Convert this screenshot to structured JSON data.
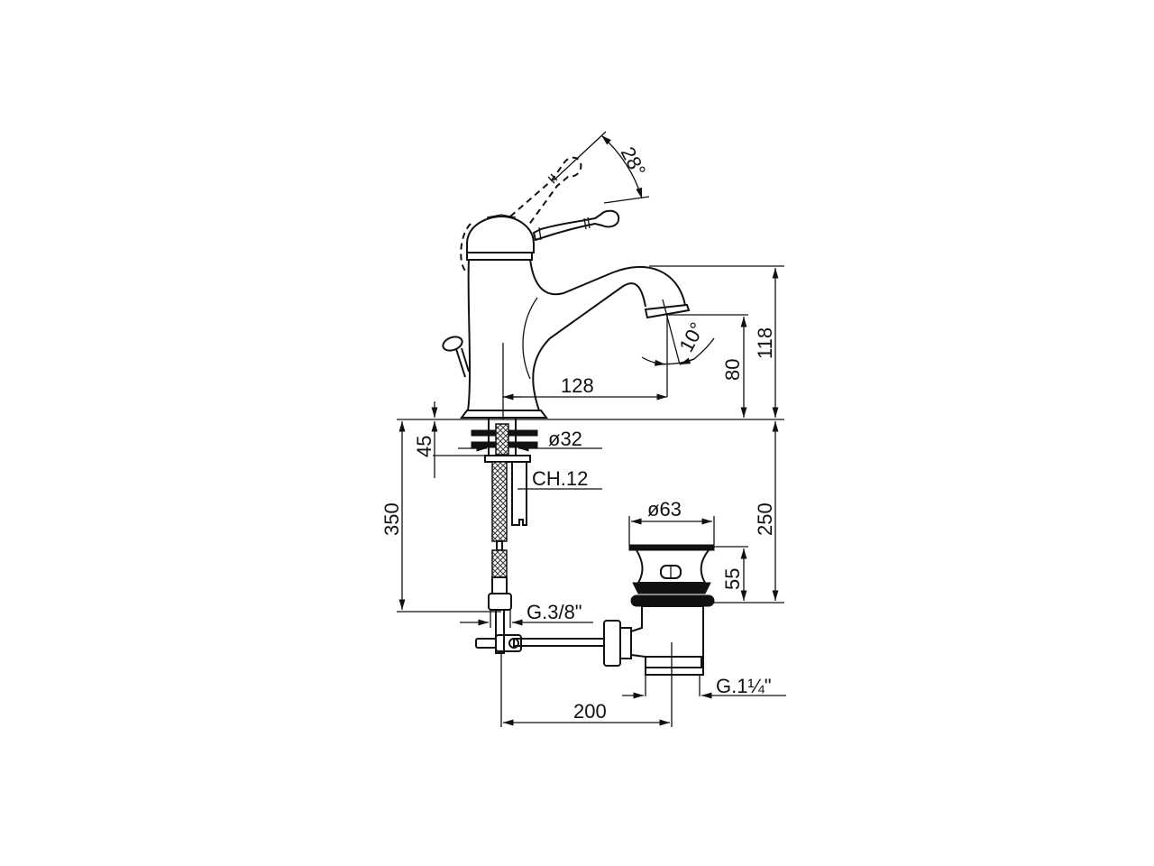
{
  "drawing": {
    "subject": "single-lever basin mixer with pop-up waste, technical dimension drawing",
    "units": "mm",
    "colors": {
      "line": "#111111",
      "background": "#ffffff"
    },
    "dimensions": {
      "lever_angle": "28°",
      "spout_angle": "10°",
      "spout_reach": "128",
      "spout_outlet_height": "80",
      "total_height": "118",
      "shank_length": "45",
      "shank_diameter": "ø32",
      "nut_wrench": "CH.12",
      "hose_length": "350",
      "below_deck_depth": "250",
      "waste_diameter": "ø63",
      "waste_plug_height": "55",
      "hose_connection": "G.3/8\"",
      "waste_thread": "G.1¼\"",
      "rod_distance": "200"
    }
  }
}
